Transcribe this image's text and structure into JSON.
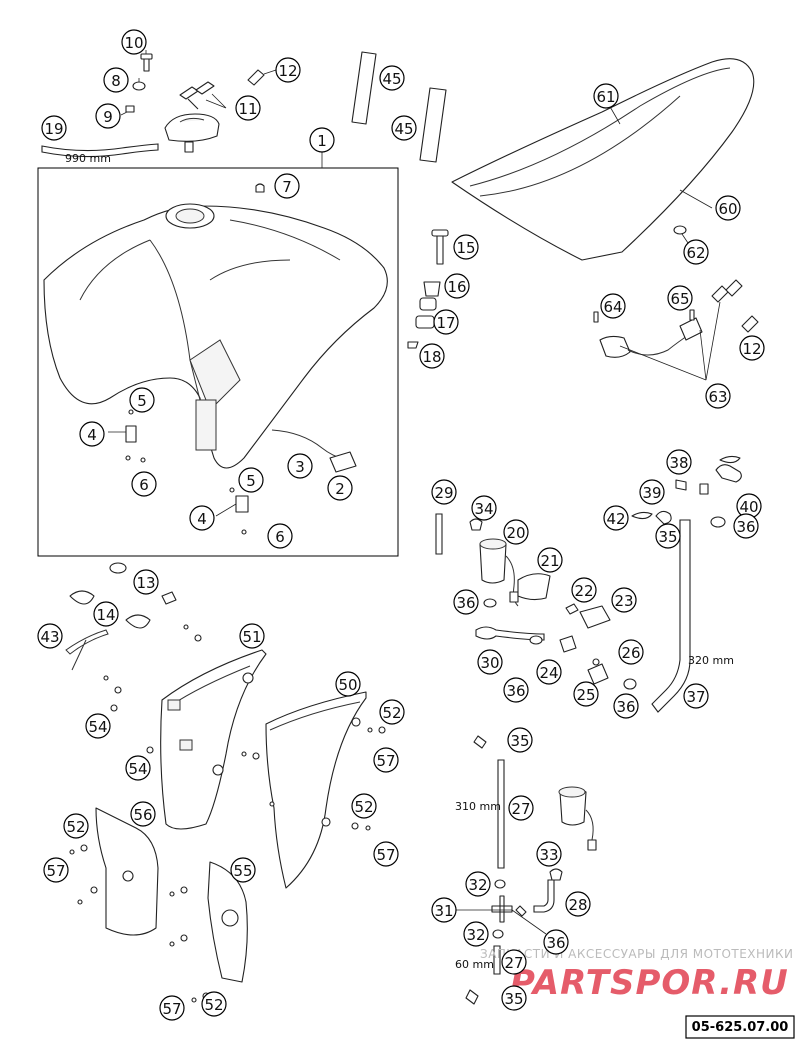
{
  "reference_code": "05-625.07.00",
  "watermark": {
    "caption": "ЗАПЧАСТИ И АКСЕССУАРЫ ДЛЯ МОТОТЕХНИКИ",
    "logo": "PARTSPOR.RU",
    "color": "#e0394a"
  },
  "measurements": {
    "m19": "990 mm",
    "m37": "320 mm",
    "m27": "310 mm",
    "m27b": "60 mm"
  },
  "callouts": [
    {
      "id": "c10",
      "label": "10"
    },
    {
      "id": "c8",
      "label": "8"
    },
    {
      "id": "c9",
      "label": "9"
    },
    {
      "id": "c11",
      "label": "11"
    },
    {
      "id": "c12a",
      "label": "12"
    },
    {
      "id": "c19",
      "label": "19"
    },
    {
      "id": "c45a",
      "label": "45"
    },
    {
      "id": "c45b",
      "label": "45"
    },
    {
      "id": "c61",
      "label": "61"
    },
    {
      "id": "c60",
      "label": "60"
    },
    {
      "id": "c62",
      "label": "62"
    },
    {
      "id": "c1",
      "label": "1"
    },
    {
      "id": "c7",
      "label": "7"
    },
    {
      "id": "c5a",
      "label": "5"
    },
    {
      "id": "c4a",
      "label": "4"
    },
    {
      "id": "c6a",
      "label": "6"
    },
    {
      "id": "c3",
      "label": "3"
    },
    {
      "id": "c2",
      "label": "2"
    },
    {
      "id": "c5b",
      "label": "5"
    },
    {
      "id": "c4b",
      "label": "4"
    },
    {
      "id": "c6b",
      "label": "6"
    },
    {
      "id": "c15",
      "label": "15"
    },
    {
      "id": "c16",
      "label": "16"
    },
    {
      "id": "c17",
      "label": "17"
    },
    {
      "id": "c18",
      "label": "18"
    },
    {
      "id": "c64",
      "label": "64"
    },
    {
      "id": "c65",
      "label": "65"
    },
    {
      "id": "c12b",
      "label": "12"
    },
    {
      "id": "c63",
      "label": "63"
    },
    {
      "id": "c38",
      "label": "38"
    },
    {
      "id": "c39",
      "label": "39"
    },
    {
      "id": "c40",
      "label": "40"
    },
    {
      "id": "c42",
      "label": "42"
    },
    {
      "id": "c35a",
      "label": "35"
    },
    {
      "id": "c36a",
      "label": "36"
    },
    {
      "id": "c29",
      "label": "29"
    },
    {
      "id": "c34",
      "label": "34"
    },
    {
      "id": "c20a",
      "label": "20"
    },
    {
      "id": "c21",
      "label": "21"
    },
    {
      "id": "c36b",
      "label": "36"
    },
    {
      "id": "c22",
      "label": "22"
    },
    {
      "id": "c23",
      "label": "23"
    },
    {
      "id": "c26",
      "label": "26"
    },
    {
      "id": "c30",
      "label": "30"
    },
    {
      "id": "c24",
      "label": "24"
    },
    {
      "id": "c36c",
      "label": "36"
    },
    {
      "id": "c25",
      "label": "25"
    },
    {
      "id": "c36d",
      "label": "36"
    },
    {
      "id": "c37",
      "label": "37"
    },
    {
      "id": "c13",
      "label": "13"
    },
    {
      "id": "c14",
      "label": "14"
    },
    {
      "id": "c43",
      "label": "43"
    },
    {
      "id": "c51",
      "label": "51"
    },
    {
      "id": "c50",
      "label": "50"
    },
    {
      "id": "c54a",
      "label": "54"
    },
    {
      "id": "c54b",
      "label": "54"
    },
    {
      "id": "c52a",
      "label": "52"
    },
    {
      "id": "c57a",
      "label": "57"
    },
    {
      "id": "c52b",
      "label": "52"
    },
    {
      "id": "c57b",
      "label": "57"
    },
    {
      "id": "c56",
      "label": "56"
    },
    {
      "id": "c52c",
      "label": "52"
    },
    {
      "id": "c57c",
      "label": "57"
    },
    {
      "id": "c55",
      "label": "55"
    },
    {
      "id": "c57d",
      "label": "57"
    },
    {
      "id": "c52d",
      "label": "52"
    },
    {
      "id": "c35b",
      "label": "35"
    },
    {
      "id": "c27a",
      "label": "27"
    },
    {
      "id": "c33",
      "label": "33"
    },
    {
      "id": "c28",
      "label": "28"
    },
    {
      "id": "c32a",
      "label": "32"
    },
    {
      "id": "c31",
      "label": "31"
    },
    {
      "id": "c32b",
      "label": "32"
    },
    {
      "id": "c36e",
      "label": "36"
    },
    {
      "id": "c27b",
      "label": "27"
    },
    {
      "id": "c35c",
      "label": "35"
    }
  ]
}
